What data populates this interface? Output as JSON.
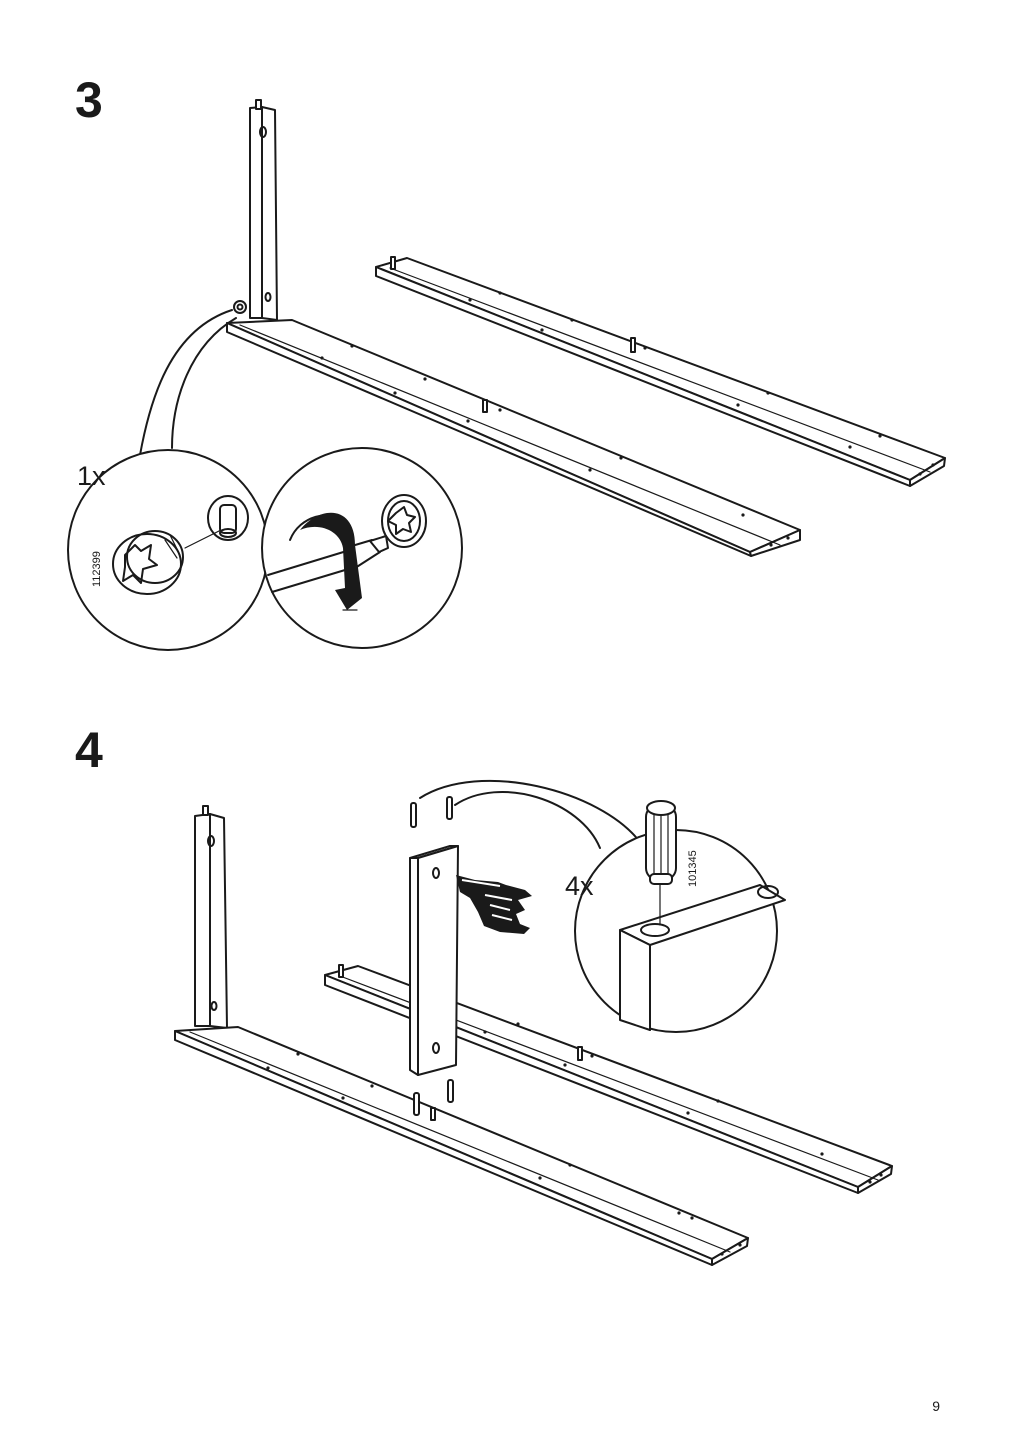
{
  "steps": [
    {
      "number": "3",
      "fittings": [
        {
          "quantity": "1x",
          "part_number": "112399",
          "icon": "cam-lock-icon"
        }
      ],
      "tool": "flat-screwdriver-icon"
    },
    {
      "number": "4",
      "fittings": [
        {
          "quantity": "4x",
          "part_number": "101345",
          "icon": "wooden-dowel-icon"
        }
      ],
      "note_icon": "pointing-hand-icon"
    }
  ],
  "page_number": "9"
}
